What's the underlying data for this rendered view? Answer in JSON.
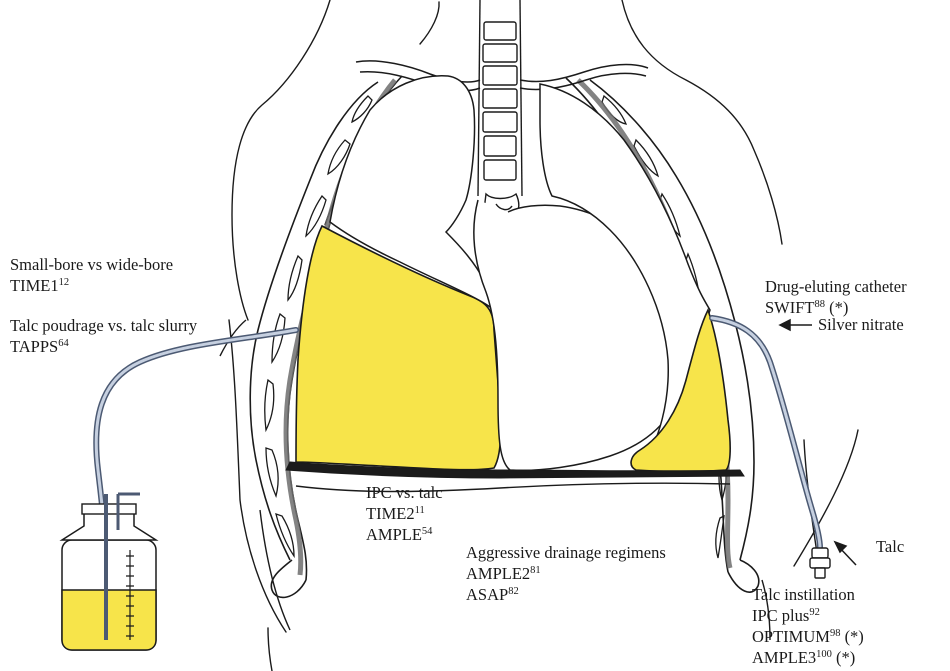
{
  "colors": {
    "effusion": "#f7e44a",
    "line": "#1b1b1b",
    "catheter": "#a8b5cc",
    "background": "#ffffff"
  },
  "labels": {
    "small_bore": {
      "title": "Small-bore vs wide-bore",
      "trial": "TIME1",
      "ref": "12"
    },
    "poudrage": {
      "title": "Talc poudrage vs. talc slurry",
      "trial": "TAPPS",
      "ref": "64"
    },
    "ipc_talc": {
      "title": "IPC vs. talc",
      "trial1": "TIME2",
      "ref1": "11",
      "trial2": "AMPLE",
      "ref2": "54"
    },
    "drainage": {
      "title": "Aggressive drainage regimens",
      "trial1": "AMPLE2",
      "ref1": "81",
      "trial2": "ASAP",
      "ref2": "82"
    },
    "drug_eluting": {
      "title": "Drug-eluting catheter",
      "trial": "SWIFT",
      "ref": "88",
      "note": " (*)"
    },
    "silver_nitrate": {
      "text": "Silver nitrate"
    },
    "talc": {
      "text": "Talc"
    },
    "instillation": {
      "title": "Talc instillation",
      "trial1": "IPC plus",
      "ref1": "92",
      "trial2": "OPTIMUM",
      "ref2": "98",
      "note2": " (*)",
      "trial3": "AMPLE3",
      "ref3": "100",
      "note3": " (*)"
    }
  }
}
